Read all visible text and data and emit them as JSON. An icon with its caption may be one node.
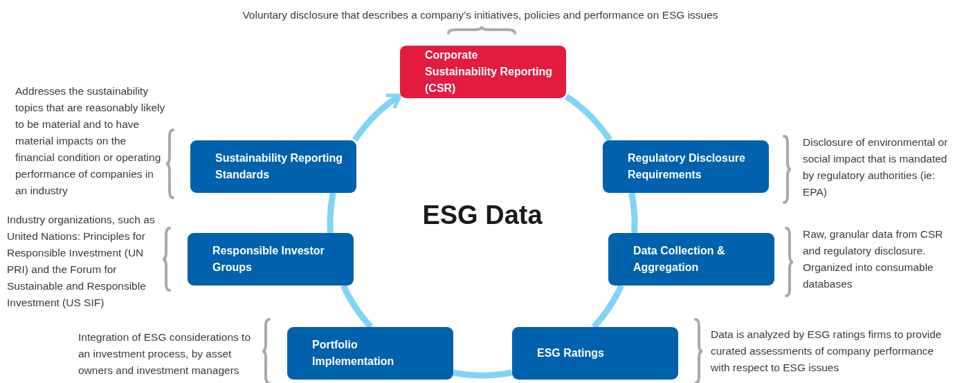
{
  "diagram": {
    "title": "ESG Data",
    "nodes": [
      {
        "text": [
          "Corporate Sustainability Reporting (CSR)"
        ],
        "beside": [
          "Voluntary disclosure that describes a company’s initiatives, policies and performance on ESG issues"
        ]
      },
      {
        "text": [
          "Regulatory Disclosure Requirements"
        ],
        "beside": [
          "Disclosure of environmental or social impact that is mandated by regulatory authorities (ie: EPA)"
        ]
      },
      {
        "text": [
          "Data Collection & Aggregation"
        ],
        "beside": [
          "Raw, granular data from CSR and regulatory disclosure. Organized into consumable databases"
        ]
      },
      {
        "text": [
          "ESG Ratings"
        ],
        "beside": [
          "Data is analyzed by ESG ratings firms to provide curated assessments of company performance with respect to ESG issues"
        ]
      },
      {
        "text": [
          "Portfolio Implementation"
        ],
        "beside": [
          "Integration of ESG considerations to an investment process, by asset owners and investment managers"
        ]
      },
      {
        "text": [
          "Responsible Investor Groups"
        ],
        "beside": [
          "Industry organizations, such as United Nations: Principles for Responsible Investment (UN PRI) and the Forum for Sustainable and Responsible Investment (US SIF)"
        ]
      },
      {
        "text": [
          "Sustainability Reporting Standards"
        ],
        "beside": [
          "Addresses the sustainability topics that are reasonably likely to be material and to have material impacts on the financial condition or operating performance of companies in an industry"
        ]
      }
    ],
    "edges": [
      {
        "from": 0,
        "to": 1,
        "arrow": "none"
      },
      {
        "from": 1,
        "to": 2,
        "arrow": "none"
      },
      {
        "from": 2,
        "to": 3,
        "arrow": "none"
      },
      {
        "from": 3,
        "to": 4,
        "arrow": "none"
      },
      {
        "from": 4,
        "to": 5,
        "arrow": "none"
      },
      {
        "from": 5,
        "to": 6,
        "arrow": "none"
      },
      {
        "from": 6,
        "to": 0,
        "arrow": "to"
      }
    ]
  }
}
